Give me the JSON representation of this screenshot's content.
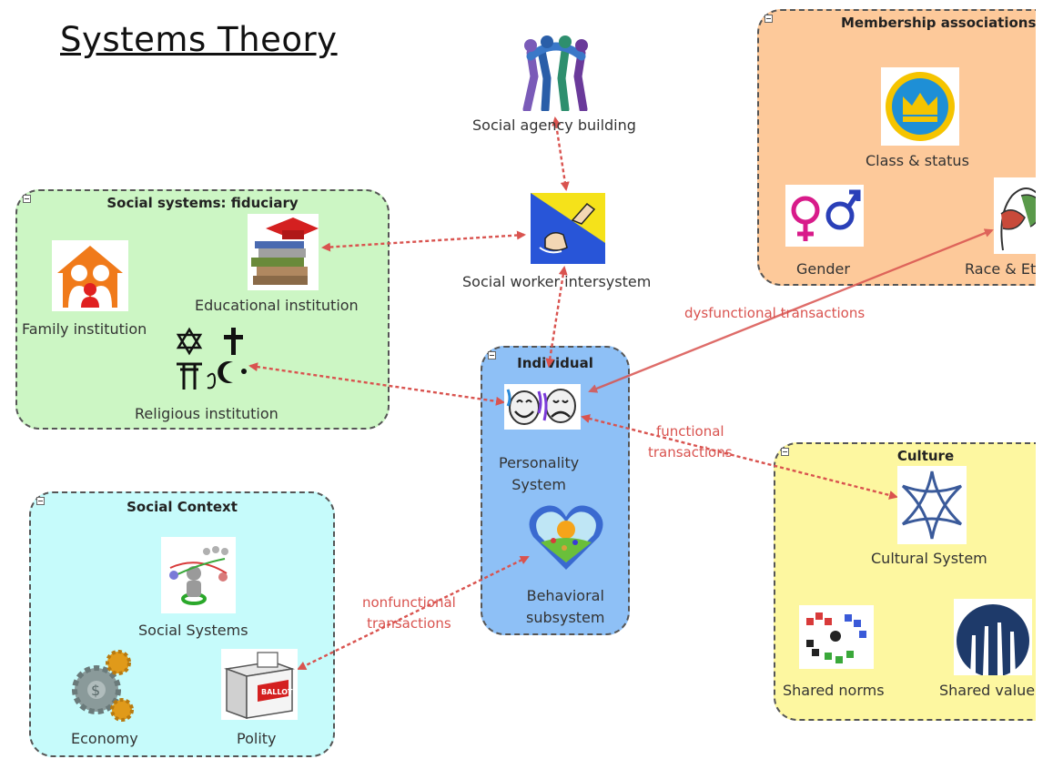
{
  "title": "Systems Theory",
  "groups": {
    "fiduciary": "Social systems: fiduciary",
    "membership": "Membership associations",
    "individual": "Individual",
    "culture": "Culture",
    "context": "Social Context"
  },
  "nodes": {
    "agency": "Social agency building",
    "intersystem": "Social worker intersystem",
    "family": "Family institution",
    "education": "Educational institution",
    "religion": "Religious institution",
    "class": "Class & status",
    "gender": "Gender",
    "race": "Race & Ethnicity",
    "personality_1": "Personality",
    "personality_2": "System",
    "behavioral_1": "Behavioral",
    "behavioral_2": "subsystem",
    "cultural": "Cultural System",
    "norms": "Shared norms",
    "values": "Shared values",
    "social_systems": "Social Systems",
    "economy": "Economy",
    "polity": "Polity"
  },
  "edges": {
    "dysfunctional": "dysfunctional transactions",
    "functional_1": "functional",
    "functional_2": "transactions",
    "nonfunctional_1": "nonfunctional",
    "nonfunctional_2": "transactions"
  },
  "colors": {
    "fiduciary_bg": "#ccf6c4",
    "membership_bg": "#fdc99a",
    "individual_bg": "#8ec0f6",
    "culture_bg": "#fdf7a0",
    "context_bg": "#c6fbfb",
    "edge": "#d9534f"
  }
}
